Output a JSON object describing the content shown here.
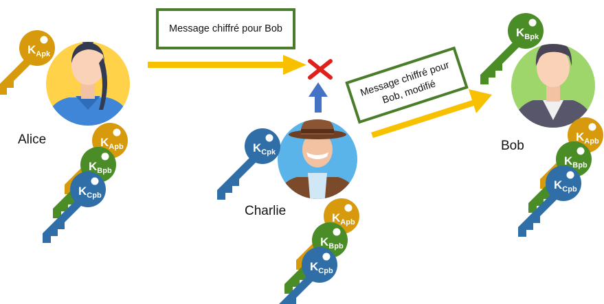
{
  "people": {
    "alice": {
      "name": "Alice"
    },
    "bob": {
      "name": "Bob"
    },
    "charlie": {
      "name": "Charlie"
    }
  },
  "messages": {
    "alice_to_bob": "Message chiffré pour Bob",
    "charlie_to_bob": "Message chiffré pour Bob, modifié"
  },
  "keys": {
    "alice_private": {
      "main": "K",
      "sub": "Apk"
    },
    "bob_private": {
      "main": "K",
      "sub": "Bpk"
    },
    "charlie_private": {
      "main": "K",
      "sub": "Cpk"
    },
    "public_a": {
      "main": "K",
      "sub": "Apb"
    },
    "public_b": {
      "main": "K",
      "sub": "Bpb"
    },
    "public_c": {
      "main": "K",
      "sub": "Cpb"
    }
  },
  "colors": {
    "key_alice": "#d69a0c",
    "key_bob": "#4a8d27",
    "key_charlie": "#2f6ea7",
    "arrow_message": "#f7c100",
    "arrow_blocked": "#4472c4",
    "blocked_mark": "#e0201b",
    "box_border": "#4a7d2a"
  }
}
